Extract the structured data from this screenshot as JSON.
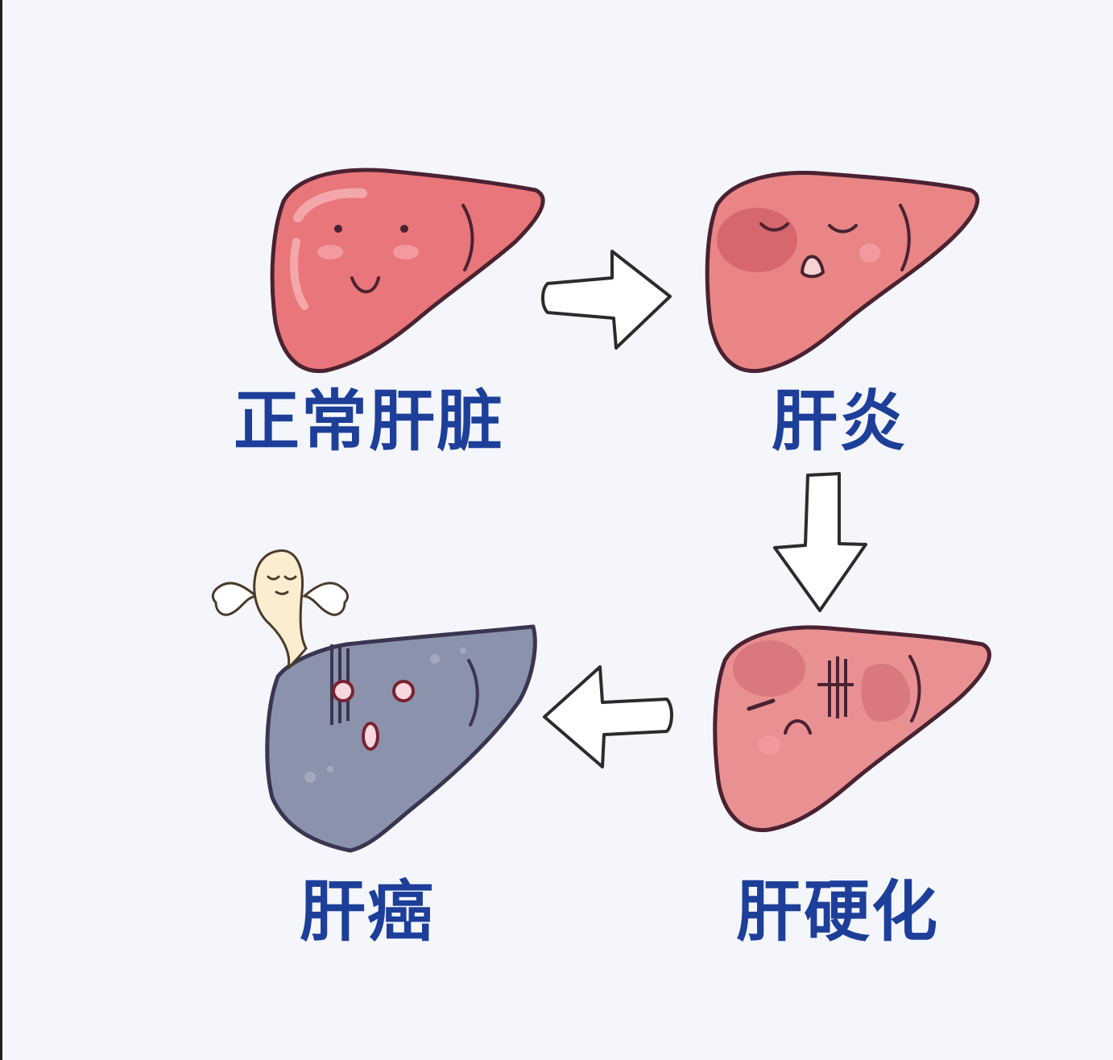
{
  "diagram": {
    "stages": [
      {
        "id": "normal",
        "label": "正常肝脏",
        "color": "#e9767a"
      },
      {
        "id": "hepatitis",
        "label": "肝炎",
        "color": "#e98585"
      },
      {
        "id": "cirrhosis",
        "label": "肝硬化",
        "color": "#e89092"
      },
      {
        "id": "cancer",
        "label": "肝癌",
        "color": "#8a93ab"
      }
    ],
    "flow": [
      {
        "from": "normal",
        "to": "hepatitis",
        "direction": "right"
      },
      {
        "from": "hepatitis",
        "to": "cirrhosis",
        "direction": "down"
      },
      {
        "from": "cirrhosis",
        "to": "cancer",
        "direction": "left"
      }
    ],
    "colors": {
      "background": "#f4f6fb",
      "label_text": "#1d3f9a",
      "outline": "#4a2232",
      "cancer_liver": "#8a93ab"
    }
  }
}
